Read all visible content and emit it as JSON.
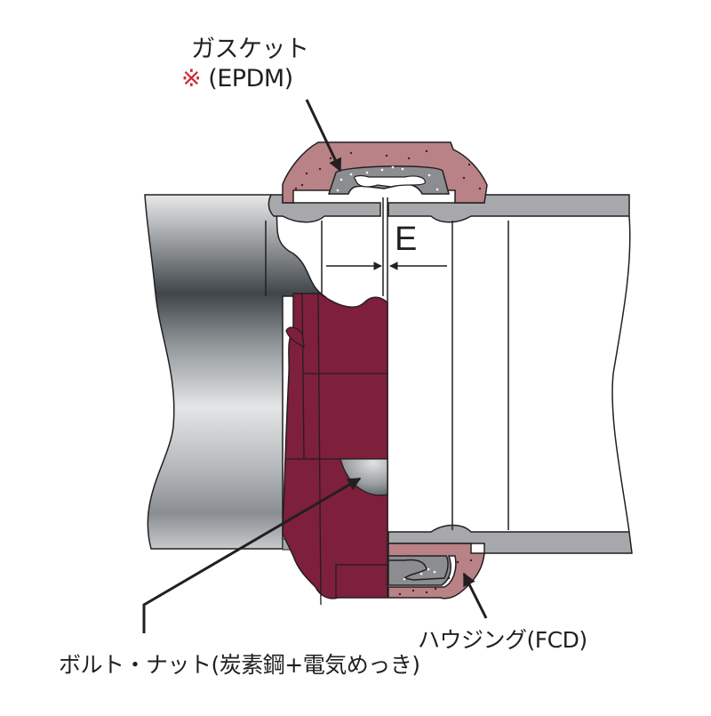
{
  "diagram": {
    "title": "Pipe coupling cross-section",
    "colors": {
      "housing": "#b98286",
      "housing_dots": "#4a1a20",
      "gasket": "#8c8d90",
      "gasket_dots": "#ffffff",
      "pipe_wall": "#a6a8ab",
      "bolt": "#7e1f3b",
      "outline": "#231f20",
      "note_mark": "#d3272e"
    },
    "labels": {
      "gasket": {
        "name": "ガスケット",
        "note_mark": "※",
        "material": "(EPDM)"
      },
      "gap": "E",
      "bolt_nut": "ボルト・ナット(炭素鋼+電気めっき)",
      "housing": "ハウジング(FCD)"
    },
    "parts": [
      {
        "id": "gasket",
        "label_ref": "labels.gasket"
      },
      {
        "id": "housing",
        "label_ref": "labels.housing"
      },
      {
        "id": "bolt-nut",
        "label_ref": "labels.bolt_nut"
      },
      {
        "id": "pipe-left"
      },
      {
        "id": "pipe-right"
      },
      {
        "id": "gap-dimension",
        "label_ref": "labels.gap"
      }
    ]
  }
}
